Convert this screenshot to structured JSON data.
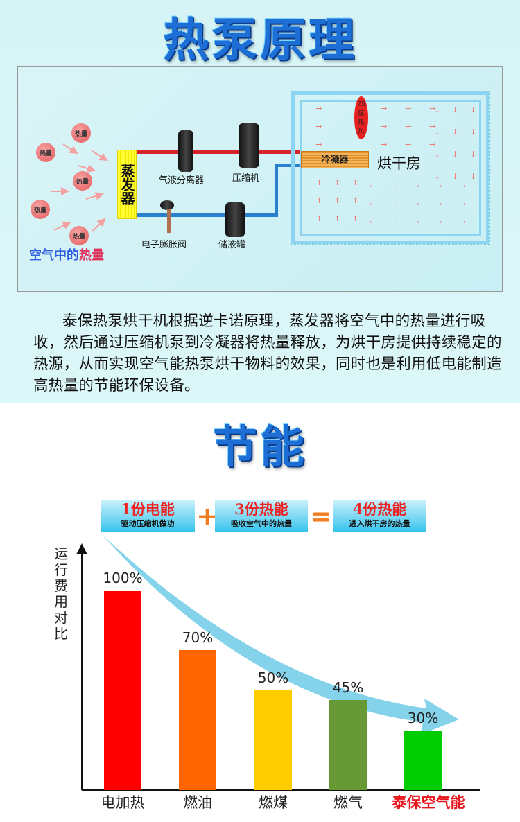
{
  "section1": {
    "title": "热泵原理"
  },
  "diagram": {
    "heat_label": "热量",
    "air_heat_prefix": "空气中的",
    "air_heat_suffix": "热量",
    "evaporator": "蒸发器",
    "separator": "气液分离器",
    "compressor": "压缩机",
    "expansion_valve": "电子膨胀阀",
    "receiver": "储液罐",
    "condenser": "冷凝器",
    "drying_room": "烘干房",
    "hot_air": [
      "75",
      "度",
      "热",
      "风"
    ]
  },
  "paragraph": "泰保热泵烘干机根据逆卡诺原理，蒸发器将空气中的热量进行吸收，然后通过压缩机泵到冷凝器将热量释放，为烘干房提供持续稳定的热源，从而实现空气能热泵烘干物料的效果，同时也是利用低电能制造高热量的节能环保设备。",
  "section2": {
    "title": "节能"
  },
  "formula": {
    "items": [
      {
        "main": "1份电能",
        "sub": "驱动压缩机做功"
      },
      {
        "main": "3份热能",
        "sub": "吸收空气中的热量"
      },
      {
        "main": "4份热能",
        "sub": "进入烘干房的热量"
      }
    ],
    "plus": "+",
    "equals": "="
  },
  "chart_data": {
    "type": "bar",
    "title": "",
    "ylabel": "运行费用对比",
    "xlabel": "",
    "categories": [
      "电加热",
      "燃油",
      "燃煤",
      "燃气",
      "泰保空气能"
    ],
    "values": [
      100,
      70,
      50,
      45,
      30
    ],
    "labels": [
      "100%",
      "70%",
      "50%",
      "45%",
      "30%"
    ],
    "colors": [
      "#ff0000",
      "#ff6600",
      "#ffcc00",
      "#669933",
      "#00cc00"
    ],
    "highlight_color": "#e8141c",
    "ylim": [
      0,
      125
    ],
    "grid": false
  }
}
